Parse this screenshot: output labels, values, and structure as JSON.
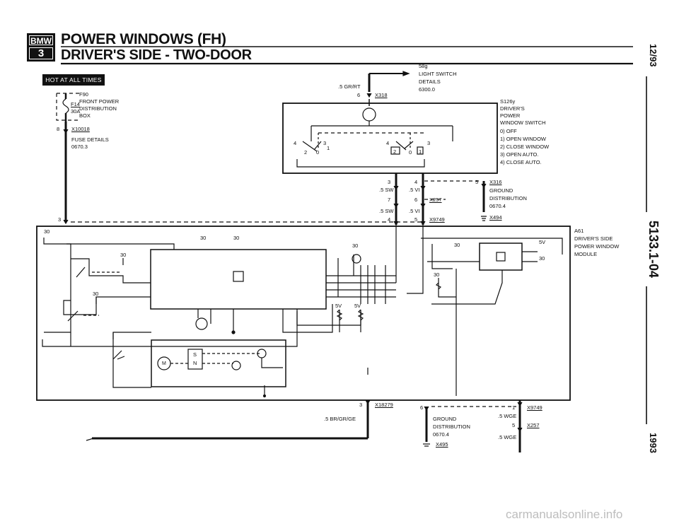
{
  "header": {
    "badge_brand": "BMW",
    "badge_series": "3",
    "title": "POWER WINDOWS (FH)",
    "subtitle": "DRIVER'S SIDE - TWO-DOOR"
  },
  "side_margin": {
    "date": "12/93",
    "page_code": "5133.1-04",
    "year": "1993"
  },
  "hot_label": "HOT AT ALL TIMES",
  "fuse": {
    "ref": "F90",
    "desc_line1": "FRONT POWER",
    "desc_line2": "DISTRIBUTION",
    "desc_line3": "BOX",
    "fuse_id": "F14",
    "rating": "30A",
    "pin": "8",
    "connector": "X10018",
    "details_line1": "FUSE DETAILS",
    "details_line2": "0670.3"
  },
  "light_switch": {
    "ref": "58g",
    "line1": "LIGHT SWITCH",
    "line2": "DETAILS",
    "line3": "6300.0",
    "wire": ".5 GR/RT",
    "pin": "6",
    "connector": "X318"
  },
  "switch": {
    "ref": "S126y",
    "line1": "DRIVER'S",
    "line2": "POWER",
    "line3": "WINDOW SWITCH",
    "pos0": "0)  OFF",
    "pos1": "1)  OPEN WINDOW",
    "pos2": "2)  CLOSE WINDOW",
    "pos3": "3)  OPEN AUTO.",
    "pos4": "4)  CLOSE AUTO."
  },
  "switch_contacts": {
    "left_4": "4",
    "left_3": "3",
    "left_2": "2",
    "left_0": "0",
    "left_1": "1",
    "right_4": "4",
    "right_3": "3",
    "right_2": "2",
    "right_0": "0",
    "right_1": "1"
  },
  "middle_connectors": {
    "pin3": "3",
    "pin4": "4",
    "pin5": "5",
    "pin7": "7",
    "pin6": "6",
    "pin4b": "4",
    "pin5b": "5",
    "wire_sw1": ".5 SW",
    "wire_vi1": ".5 VI",
    "wire_sw2": ".5 SW",
    "wire_vi2": ".5 VI",
    "x316": "X316",
    "x257": "X257",
    "x9749": "X9749",
    "ground_line1": "GROUND",
    "ground_line2": "DISTRIBUTION",
    "ground_line3": "0670.4",
    "x494": "X494",
    "left_pin3": "3"
  },
  "module": {
    "ref": "A61",
    "line1": "DRIVER'S SIDE",
    "line2": "POWER WINDOW",
    "line3": "MODULE",
    "v30_a": "30",
    "v30_b": "30",
    "v30_c": "30",
    "v30_d": "30",
    "v30_e": "30",
    "v30_f": "30",
    "v30_g": "30",
    "v30_h": "30",
    "v30_i": "30",
    "v30_j": "30",
    "v5_a": "5V",
    "v5_b": "5V",
    "v5_c": "5V",
    "motor_m": "M",
    "sensor_s": "S",
    "sensor_n": "N"
  },
  "bottom": {
    "pin3": "3",
    "x18279": "X18279",
    "wire_bgg": ".5 BR/GR/GE",
    "pin6": "6",
    "ground_line1": "GROUND",
    "ground_line2": "DISTRIBUTION",
    "ground_line3": "0670.4",
    "x495": "X495",
    "pin1": "1",
    "x9749": "X9749",
    "wire_wge1": ".5 WGE",
    "pin5": "5",
    "x257": "X257",
    "wire_wge2": ".5 WGE"
  },
  "watermark": "carmanualsonline.info"
}
